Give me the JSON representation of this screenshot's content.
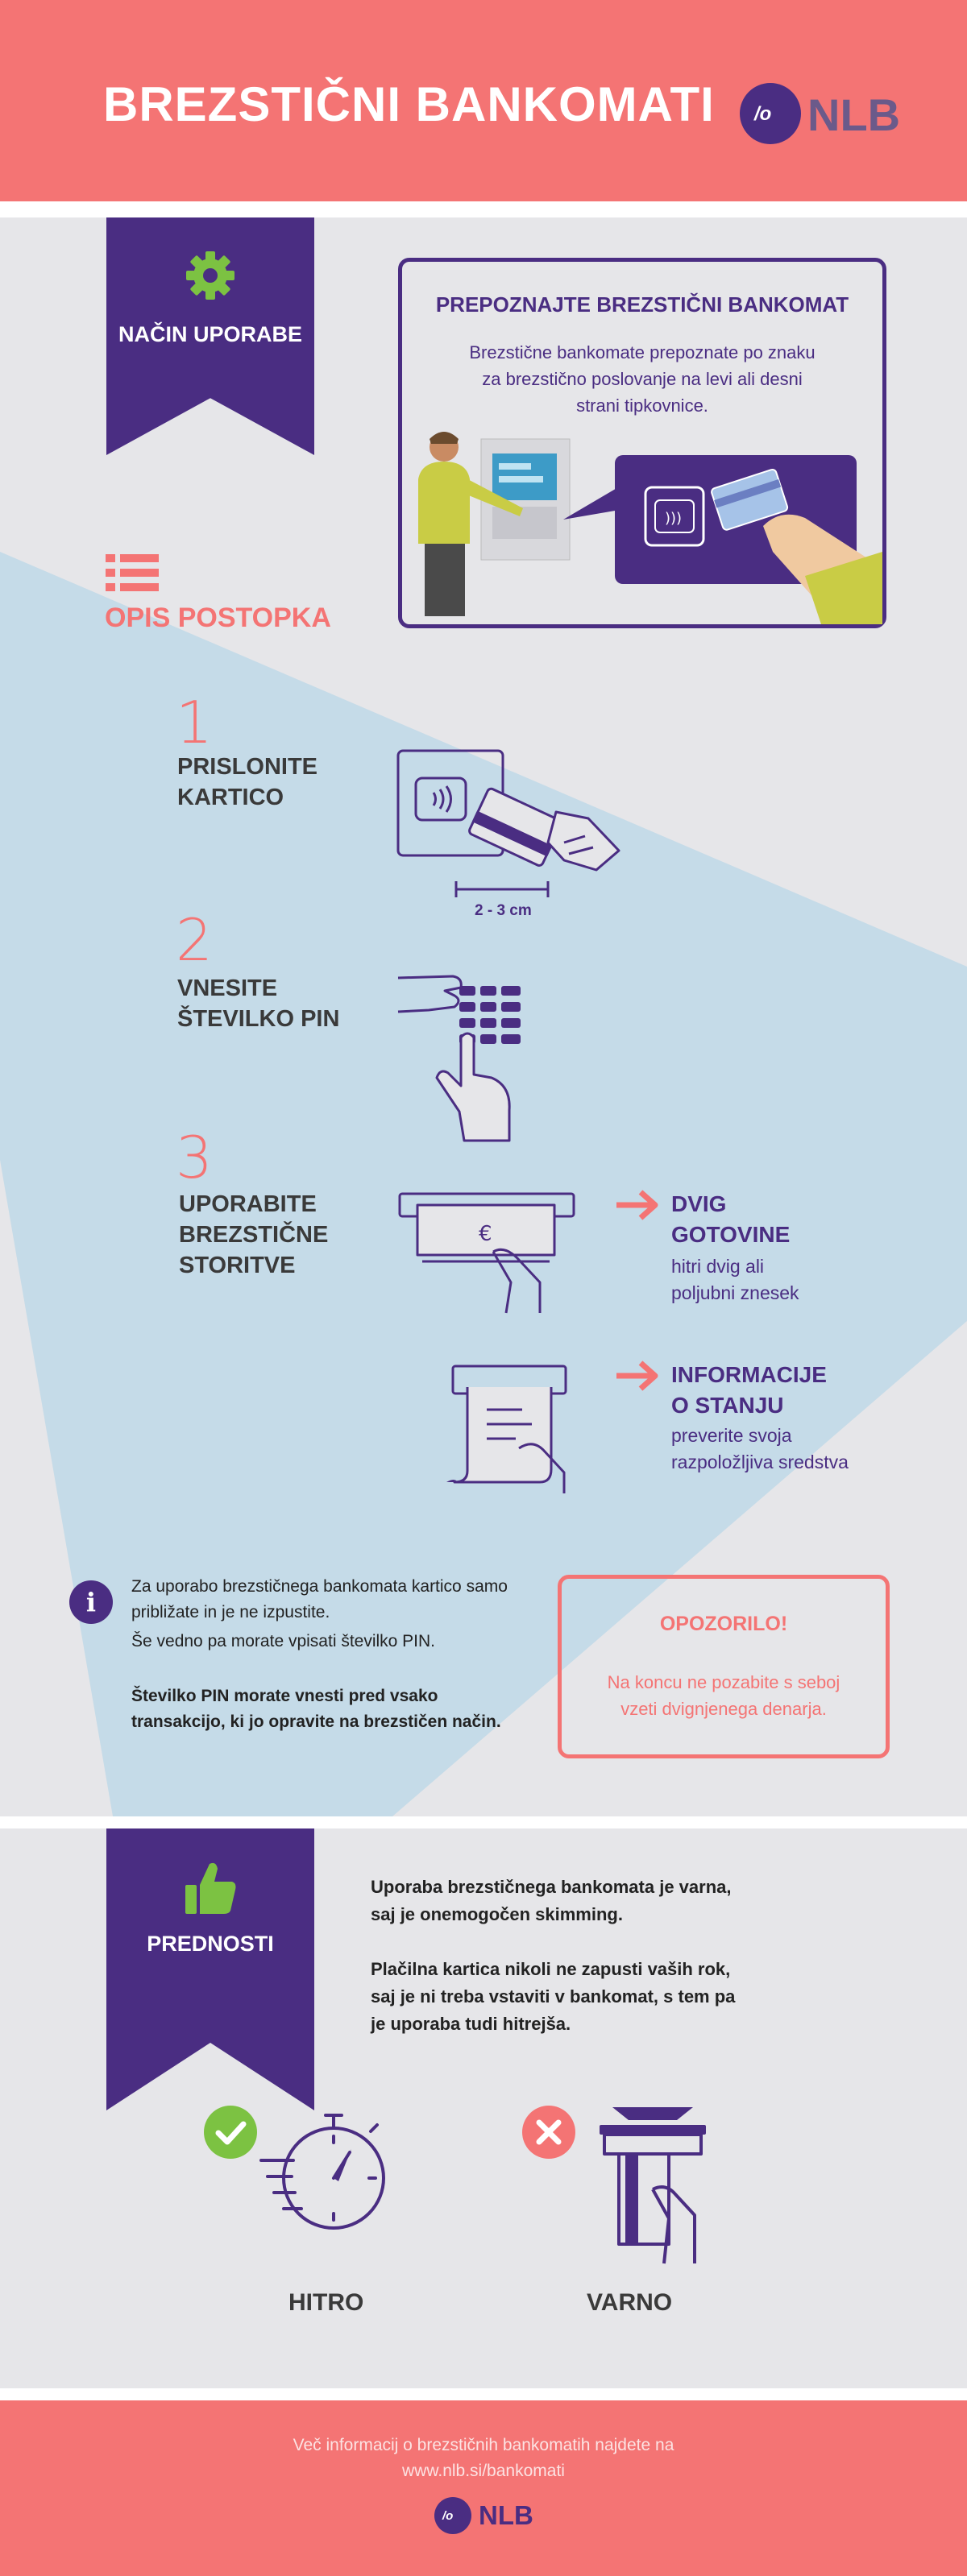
{
  "header": {
    "title": "BREZSTIČNI BANKOMATI",
    "logo_text": "NLB",
    "logo_icon": "nlb-logo-icon"
  },
  "usage": {
    "banner_label": "NAČIN UPORABE",
    "banner_icon": "gear-icon",
    "panel_title": "PREPOZNAJTE BREZSTIČNI BANKOMAT",
    "panel_text": "Brezstične bankomate prepoznate po znaku za brezstično poslovanje na levi ali desni strani tipkovnice."
  },
  "procedure": {
    "title": "OPIS POSTOPKA",
    "title_icon": "list-icon",
    "steps": [
      {
        "number": "1",
        "text": "PRISLONITE\nKARTICO",
        "measure": "2 - 3 cm"
      },
      {
        "number": "2",
        "text": "VNESITE\nŠTEVILKO PIN"
      },
      {
        "number": "3",
        "text": "UPORABITE\nBREZSTIČNE\nSTORITVE"
      }
    ],
    "options": [
      {
        "title": "DVIG\nGOTOVINE",
        "desc": "hitri dvig ali\npoljubni znesek"
      },
      {
        "title": "INFORMACIJE\nO STANJU",
        "desc": "preverite svoja\nrazpoložljiva sredstva"
      }
    ],
    "currency_symbol": "€"
  },
  "info": {
    "line1": "Za uporabo brezstičnega bankomata kartico samo približate in je ne izpustite.",
    "line2": "Še vedno pa morate vpisati številko PIN.",
    "bold": "Številko PIN morate vnesti pred vsako transakcijo, ki jo opravite na brezstičen način."
  },
  "warning": {
    "title": "OPOZORILO!",
    "text": "Na koncu ne pozabite s seboj vzeti dvignjenega denarja."
  },
  "advantages": {
    "banner_label": "PREDNOSTI",
    "banner_icon": "thumbs-up-icon",
    "text1": "Uporaba brezstičnega bankomata je varna, saj je onemogočen skimming.",
    "text2": "Plačilna kartica nikoli ne zapusti vaših rok, saj je ni treba vstaviti v bankomat, s tem pa je uporaba tudi hitrejša.",
    "fast_label": "HITRO",
    "safe_label": "VARNO"
  },
  "footer": {
    "text": "Več informacij o brezstičnih bankomatih najdete na",
    "url": "www.nlb.si/bankomati",
    "logo_text": "NLB"
  },
  "colors": {
    "coral": "#f47474",
    "purple": "#4a2d82",
    "light_blue": "#c5dbe8",
    "grey": "#e6e6e9",
    "green": "#7cc242"
  }
}
